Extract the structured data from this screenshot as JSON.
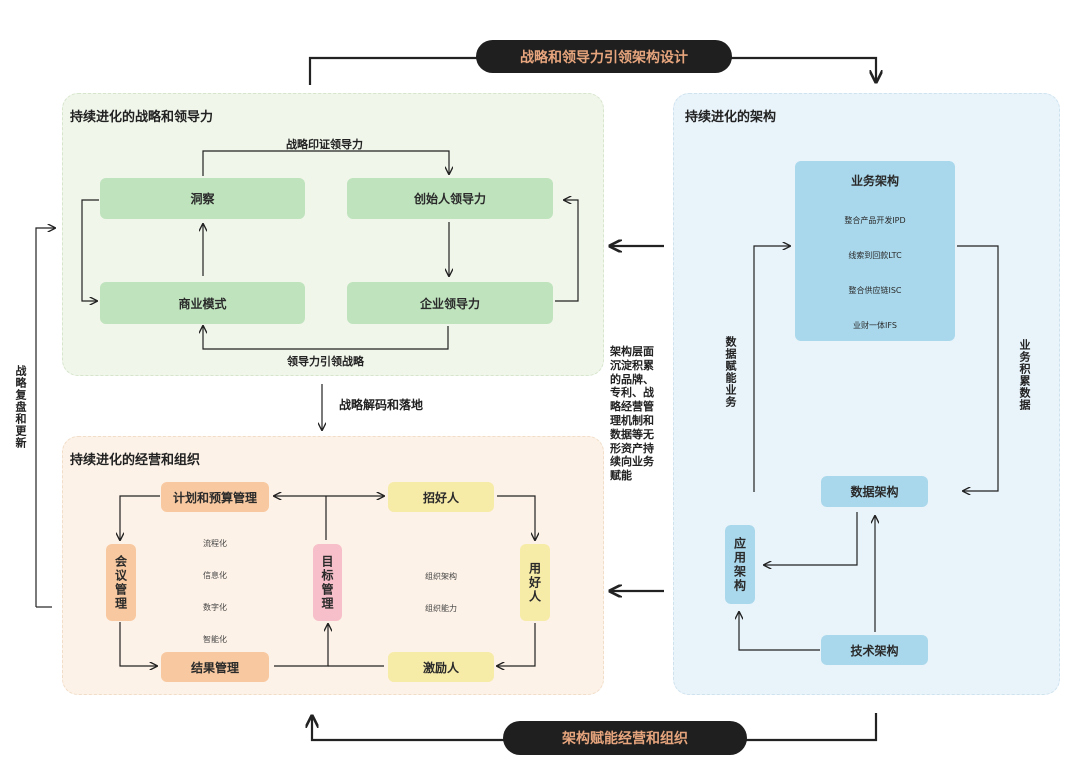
{
  "top_pill": "战略和领导力引领架构设计",
  "bottom_pill": "架构赋能经营和组织",
  "left_side_label": "战略复盘和更新",
  "strategy": {
    "title": "持续进化的战略和领导力",
    "insight": "洞察",
    "founder": "创始人领导力",
    "business_model": "商业模式",
    "enterprise": "企业领导力",
    "top_label": "战略印证领导力",
    "bottom_label": "领导力引领战略"
  },
  "decode_label": "战略解码和落地",
  "middle_text": [
    "架构层面",
    "沉淀积累",
    "的品牌、",
    "专利、战",
    "略经营管",
    "理机制和",
    "数据等无",
    "形资产持",
    "续向业务",
    "赋能"
  ],
  "arch": {
    "title": "持续进化的架构",
    "business_arch": {
      "title": "业务架构",
      "items": [
        "整合产品开发IPD",
        "线索到回款LTC",
        "整合供应链ISC",
        "业财一体IFS"
      ]
    },
    "data_arch": "数据架构",
    "app_arch": "应用架构",
    "tech_arch": "技术架构",
    "left_label": "数据赋能业务",
    "right_label": "业务积累数据"
  },
  "ops": {
    "title": "持续进化的经营和组织",
    "plan": "计划和预算管理",
    "meeting": "会议管理",
    "result": "结果管理",
    "target": "目标管理",
    "recruit": "招好人",
    "use": "用好人",
    "motivate": "激励人",
    "left_items": [
      "流程化",
      "信息化",
      "数字化",
      "智能化"
    ],
    "right_items": [
      "组织架构",
      "组织能力"
    ]
  },
  "colors": {
    "pill_bg": "#1f1f1f",
    "pill_text": "#e7a57d",
    "green": "#bfe3bd",
    "orange": "#f8c9a0",
    "yellow": "#f7eba8",
    "pink": "#f6bfc9",
    "blue": "#a9d8ec"
  }
}
